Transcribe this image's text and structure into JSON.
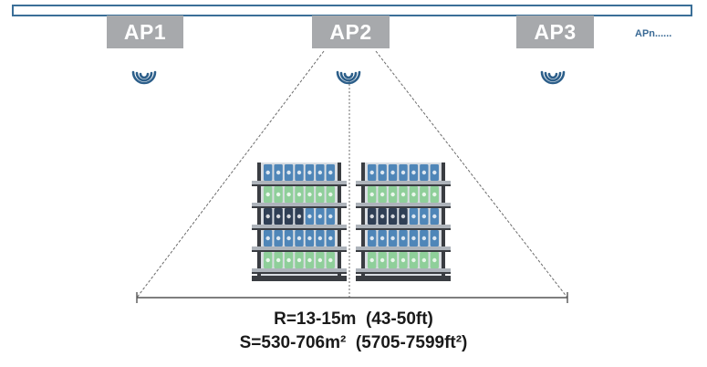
{
  "access_points": [
    {
      "label": "AP1"
    },
    {
      "label": "AP2"
    },
    {
      "label": "AP3"
    }
  ],
  "more_aps_label": "APn......",
  "coverage": {
    "radius_line": "R=13-15m  (43-50ft)",
    "area_line": "S=530-706m²  (5705-7599ft²)"
  },
  "colors": {
    "ceiling_bar": "#3b6f98",
    "ap_box": "#a7a9ac",
    "wifi_icon": "#2d5f8a",
    "coverage_lines": "#6b6b6b",
    "shelf_frame": "#3a3d42",
    "product_green": "#8fcf9a",
    "product_blue": "#4f86b8",
    "product_dark": "#2f3f55"
  },
  "icons": [
    "wifi-signal-icon",
    "store-shelf-icon"
  ]
}
